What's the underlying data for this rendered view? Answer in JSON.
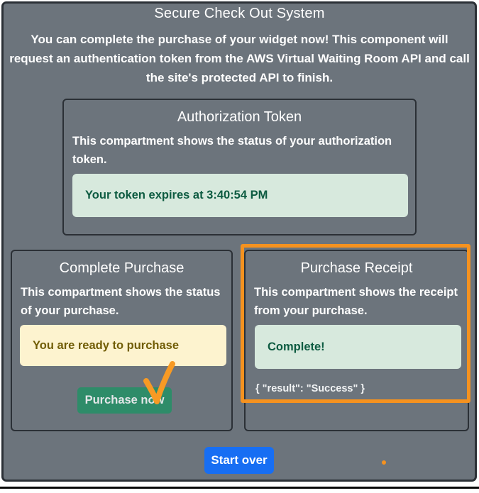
{
  "header": {
    "title": "Secure Check Out System",
    "description": "You can complete the purchase of your widget now! This component will request an authentication token from the AWS Virtual Waiting Room API and call the site's protected API to finish."
  },
  "token_card": {
    "title": "Authorization Token",
    "description": "This compartment shows the status of your authorization token.",
    "alert_text": "Your token expires at 3:40:54 PM",
    "expiry_time": "3:40:54 PM"
  },
  "purchase_card": {
    "title": "Complete Purchase",
    "description": "This compartment shows the status of your purchase.",
    "alert_text": "You are ready to purchase",
    "button_label": "Purchase now"
  },
  "receipt_card": {
    "title": "Purchase Receipt",
    "description": "This compartment shows the receipt from your purchase.",
    "alert_text": "Complete!",
    "result_json": "{ \"result\": \"Success\" }"
  },
  "footer": {
    "start_over_label": "Start over"
  },
  "annotations": {
    "checkmark_icon": "✓",
    "color": "#f5921f"
  },
  "colors": {
    "background": "#6c747c",
    "card_border": "#2b3036",
    "success_alert_bg": "#d7e9dd",
    "success_alert_text": "#0d5b41",
    "warning_alert_bg": "#fdf3cf",
    "warning_alert_text": "#715d06",
    "purchase_button": "#2e8c69",
    "start_over_button": "#176ef3",
    "annotation_orange": "#f5921f"
  }
}
